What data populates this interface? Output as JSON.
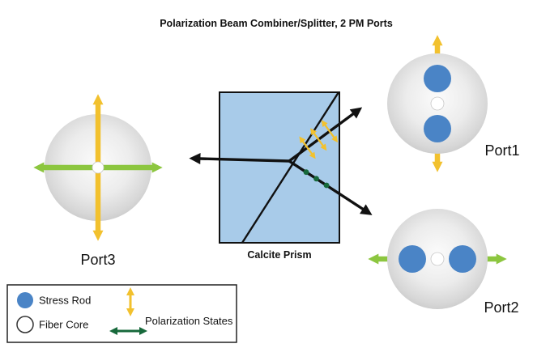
{
  "title": "Polarization Beam Combiner/Splitter, 2 PM Ports",
  "prism": {
    "label": "Calcite Prism"
  },
  "ports": {
    "port1": {
      "label": "Port1",
      "polarization": "vertical"
    },
    "port2": {
      "label": "Port2",
      "polarization": "horizontal"
    },
    "port3": {
      "label": "Port3",
      "polarization": "vertical-and-horizontal"
    }
  },
  "legend": {
    "stress_rod": "Stress Rod",
    "fiber_core": "Fiber Core",
    "polarization_states": "Polarization States"
  },
  "colors": {
    "yellow_arrow": "#F2C12E",
    "green_arrow": "#8CC63F",
    "dark_green": "#17693B",
    "stress_rod_blue": "#4A84C6",
    "prism_blue": "#A8CBE9",
    "beam_black": "#111111"
  }
}
